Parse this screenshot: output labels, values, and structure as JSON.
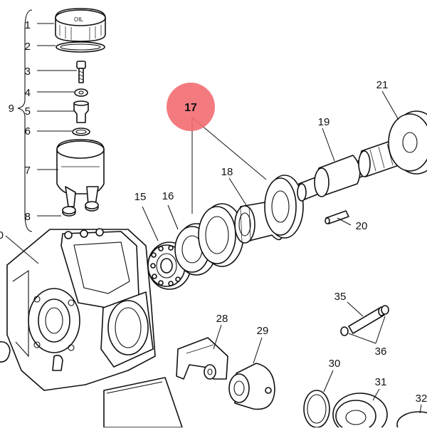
{
  "diagram": {
    "callouts": [
      {
        "id": "c1",
        "text": "1"
      },
      {
        "id": "c2",
        "text": "2"
      },
      {
        "id": "c3",
        "text": "3"
      },
      {
        "id": "c4",
        "text": "4"
      },
      {
        "id": "c5",
        "text": "5"
      },
      {
        "id": "c6",
        "text": "6"
      },
      {
        "id": "c7",
        "text": "7"
      },
      {
        "id": "c8",
        "text": "8"
      },
      {
        "id": "c9",
        "text": "9"
      },
      {
        "id": "c10",
        "text": "0"
      },
      {
        "id": "c15",
        "text": "15"
      },
      {
        "id": "c16",
        "text": "16"
      },
      {
        "id": "c18",
        "text": "18"
      },
      {
        "id": "c19",
        "text": "19"
      },
      {
        "id": "c20",
        "text": "20"
      },
      {
        "id": "c21",
        "text": "21"
      },
      {
        "id": "c28",
        "text": "28"
      },
      {
        "id": "c29",
        "text": "29"
      },
      {
        "id": "c30",
        "text": "30"
      },
      {
        "id": "c31",
        "text": "31"
      },
      {
        "id": "c32",
        "text": "32"
      },
      {
        "id": "c35",
        "text": "35"
      },
      {
        "id": "c36",
        "text": "36"
      }
    ],
    "highlight": {
      "text": "17",
      "color": "#f26d72"
    },
    "cap_lettering": "OIL"
  }
}
